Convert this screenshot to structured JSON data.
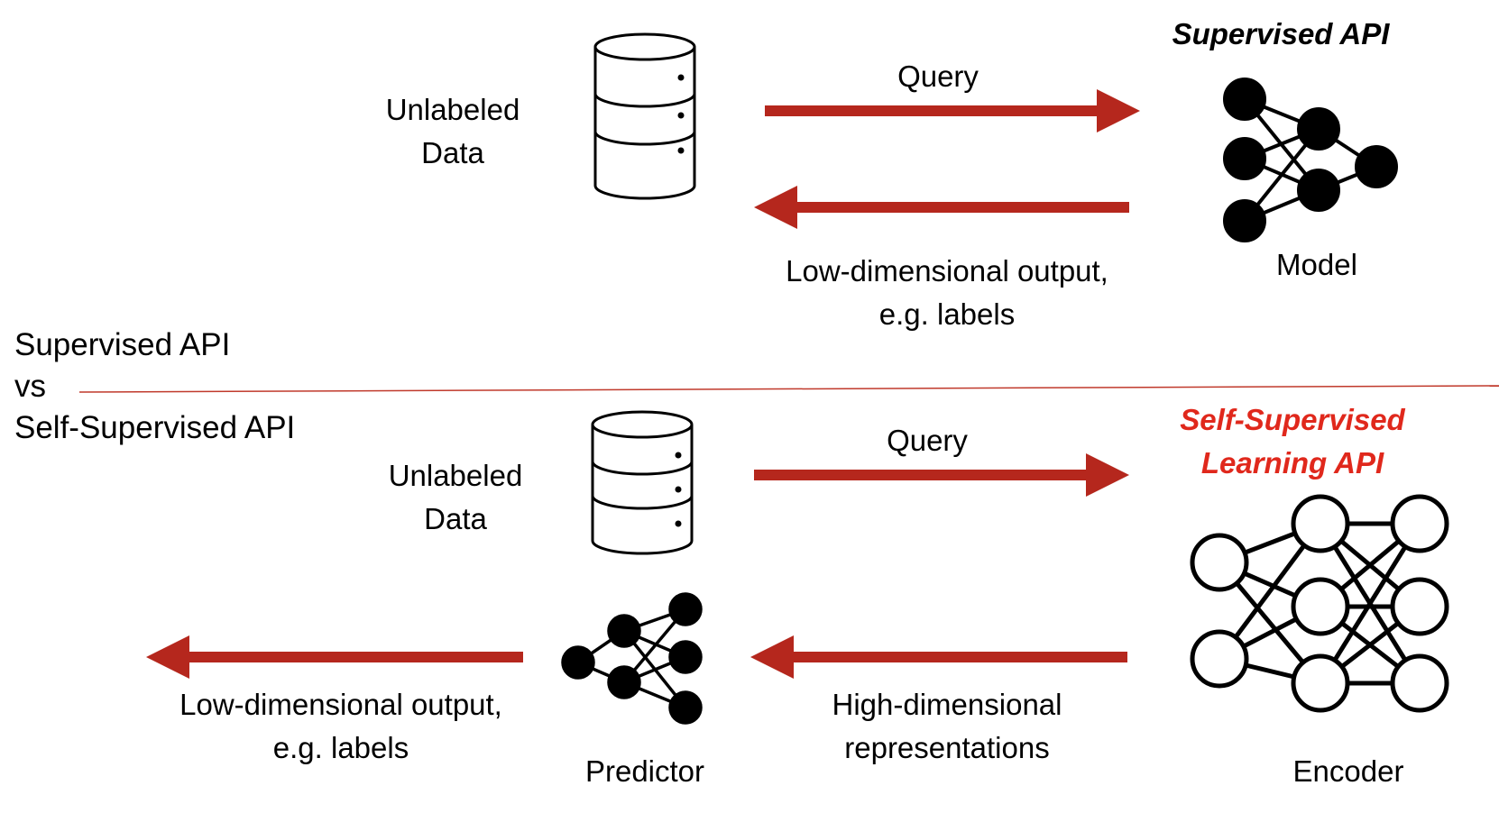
{
  "side_title": {
    "line1": "Supervised API",
    "line2": "vs",
    "line3": "Self-Supervised API"
  },
  "top": {
    "data_label_line1": "Unlabeled",
    "data_label_line2": "Data",
    "query_label": "Query",
    "api_title": "Supervised API",
    "model_label": "Model",
    "output_line1": "Low-dimensional output,",
    "output_line2": "e.g. labels"
  },
  "bottom": {
    "data_label_line1": "Unlabeled",
    "data_label_line2": "Data",
    "query_label": "Query",
    "api_title_line1": "Self-Supervised",
    "api_title_line2": "Learning API",
    "encoder_label": "Encoder",
    "repr_line1": "High-dimensional",
    "repr_line2": "representations",
    "predictor_label": "Predictor",
    "output_line1": "Low-dimensional output,",
    "output_line2": "e.g. labels"
  },
  "colors": {
    "arrow": "#b5271d",
    "divider": "#c0392b",
    "api_title_red": "#e0281c",
    "icon": "#000000"
  },
  "icons": {
    "database": "database-icon",
    "model": "neural-network-icon",
    "encoder": "neural-network-icon",
    "predictor": "neural-network-icon"
  }
}
